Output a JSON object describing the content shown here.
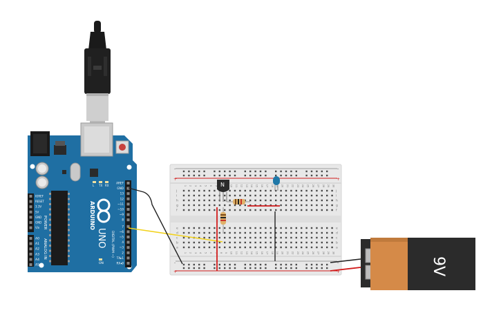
{
  "arduino": {
    "brand_text": "ARDUINO",
    "model_text": "UNO",
    "digital_label": "DIGITAL (PWM ~)",
    "power_label": "POWER",
    "analog_label": "ANALOG IN",
    "on_label": "ON",
    "tx_label": "TX",
    "rx_label": "RX",
    "l_label": "L",
    "power_pins": [
      "IOREF",
      "RESET",
      "3.3V",
      "5V",
      "GND",
      "GND",
      "Vin"
    ],
    "analog_pins": [
      "A0",
      "A1",
      "A2",
      "A3",
      "A4",
      "A5"
    ],
    "digital_pins": [
      "AREF",
      "GND",
      "13",
      "12",
      "~11",
      "~10",
      "~9",
      "8",
      "7",
      "~6",
      "~5",
      "4",
      "~3",
      "2",
      "TX▸1",
      "RX◂0"
    ],
    "color_board": "#1f6fa3"
  },
  "breadboard": {
    "column_numbers": [
      "1",
      "2",
      "3",
      "4",
      "5",
      "6",
      "7",
      "8",
      "9",
      "10",
      "11",
      "12",
      "13",
      "14",
      "15",
      "16",
      "17",
      "18",
      "19",
      "20",
      "21",
      "22",
      "23",
      "24",
      "25",
      "26",
      "27",
      "28",
      "29",
      "30"
    ],
    "rows_top": [
      "j",
      "i",
      "h",
      "g",
      "f"
    ],
    "rows_bottom": [
      "e",
      "d",
      "c",
      "b",
      "a"
    ],
    "rail_plus": "+",
    "rail_minus": "-"
  },
  "transistor": {
    "label": "N"
  },
  "battery": {
    "label": "9V",
    "color_body": "#d58a48",
    "color_cap": "#2b2b2b"
  },
  "wire_colors": {
    "signal": "#f2d21b",
    "ground": "#222222",
    "power": "#d11a1a"
  },
  "led": {
    "color": "#1f78a8"
  }
}
